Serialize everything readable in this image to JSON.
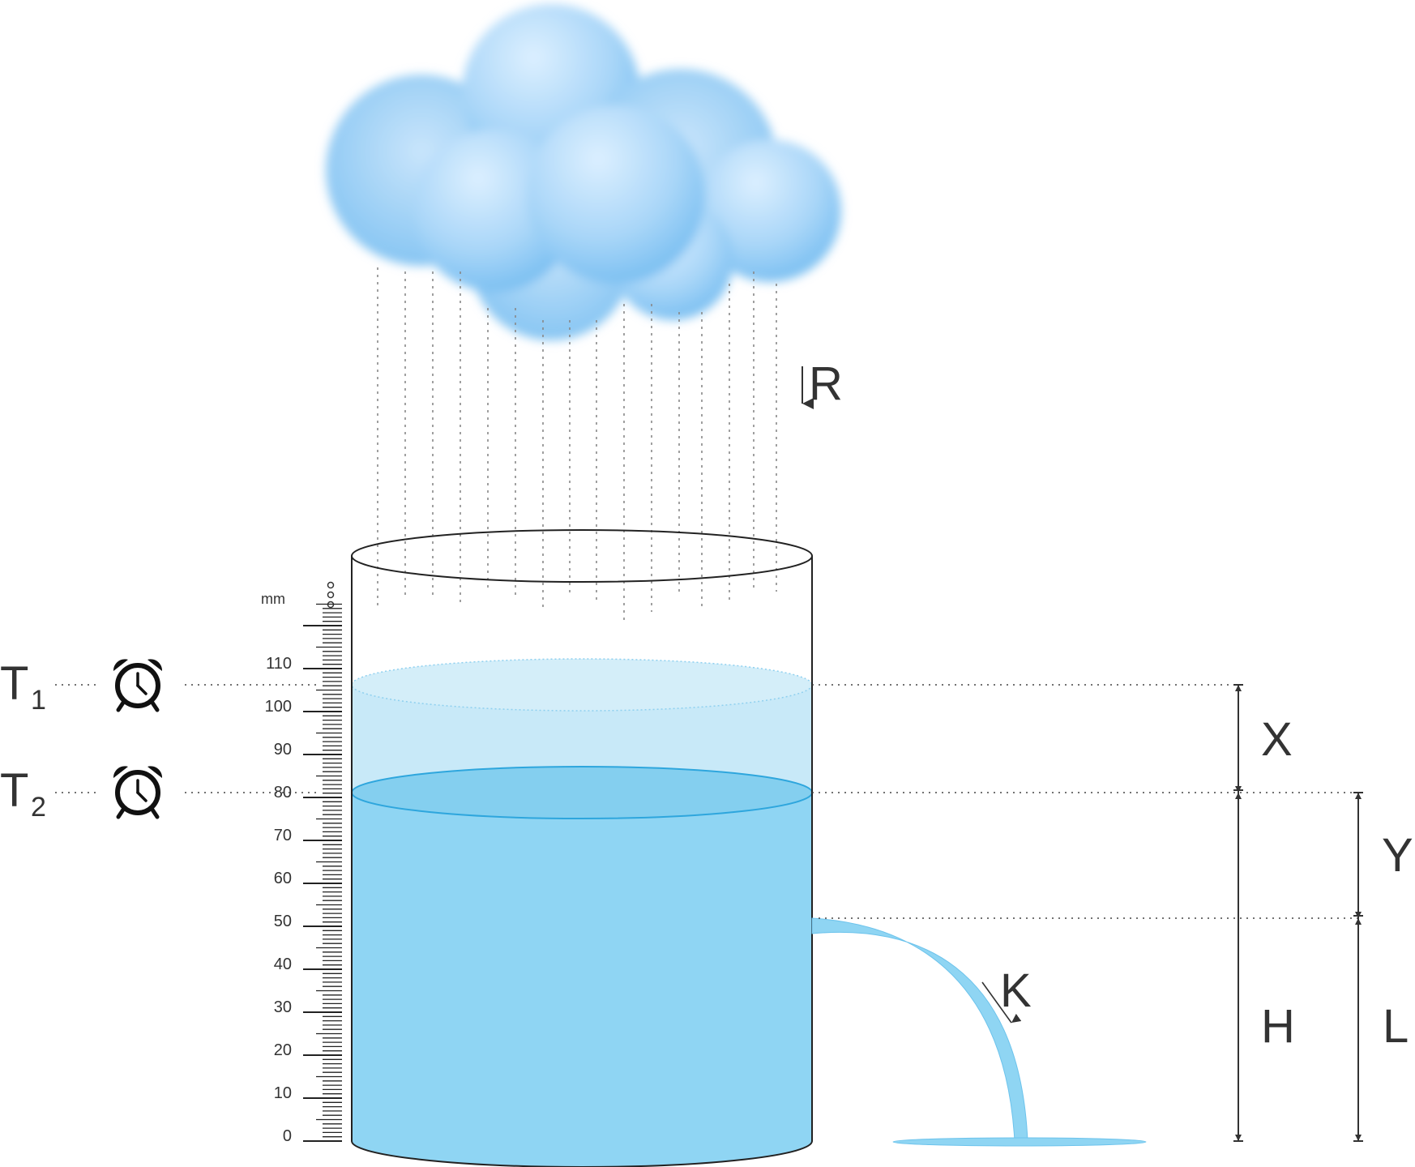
{
  "labels": {
    "rainfall": "R",
    "outflow": "K",
    "x": "X",
    "y": "Y",
    "h": "H",
    "l": "L",
    "t1_main": "T",
    "t1_sub": "1",
    "t2_main": "T",
    "t2_sub": "2"
  },
  "scale": {
    "unit": "mm",
    "ticks": [
      "110",
      "100",
      "90",
      "80",
      "70",
      "60",
      "50",
      "40",
      "30",
      "20",
      "10",
      "0"
    ]
  },
  "icons": {
    "timer1": "alarm-clock-icon",
    "timer2": "alarm-clock-icon",
    "cloud": "cloud-icon"
  },
  "colors": {
    "water": "#8fd5f3",
    "water_surface": "#84cfef",
    "previous_level": "#c8e9f8",
    "cloud": "#8cc7f2",
    "outline": "#333333"
  }
}
